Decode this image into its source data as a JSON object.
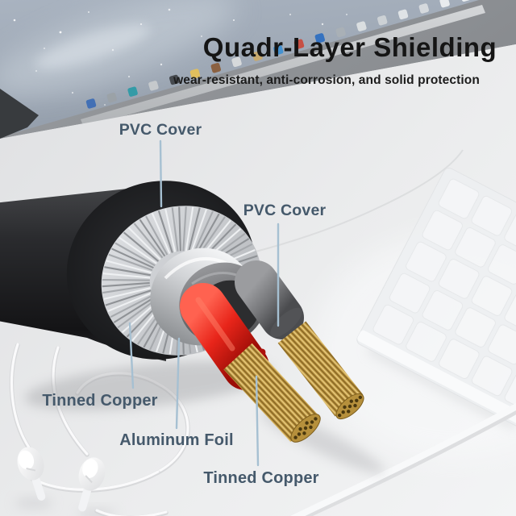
{
  "heading": {
    "title": "Quadr-Layer Shielding",
    "subtitle": "wear-resistant, anti-corrosion, and solid protection"
  },
  "annotations": [
    {
      "id": "pvc-cover-outer",
      "label": "PVC Cover"
    },
    {
      "id": "pvc-cover-inner",
      "label": "PVC Cover"
    },
    {
      "id": "tinned-copper-braid",
      "label": "Tinned Copper"
    },
    {
      "id": "aluminum-foil",
      "label": "Aluminum Foil"
    },
    {
      "id": "tinned-copper-strands",
      "label": "Tinned Copper"
    }
  ],
  "colors": {
    "title_text": "#151515",
    "label_text": "#45596b",
    "leader_line": "#a6c0d2",
    "jacket_black": "#1c1d1f",
    "braid_silver": "#d3d5d8",
    "foil_silver": "#e8eaec",
    "inner_sheath_gray": "#737477",
    "wire_red": "#e8251a",
    "wire_gray": "#77787b",
    "copper_gold": "#c9a24a",
    "background": "#e9eaec"
  }
}
